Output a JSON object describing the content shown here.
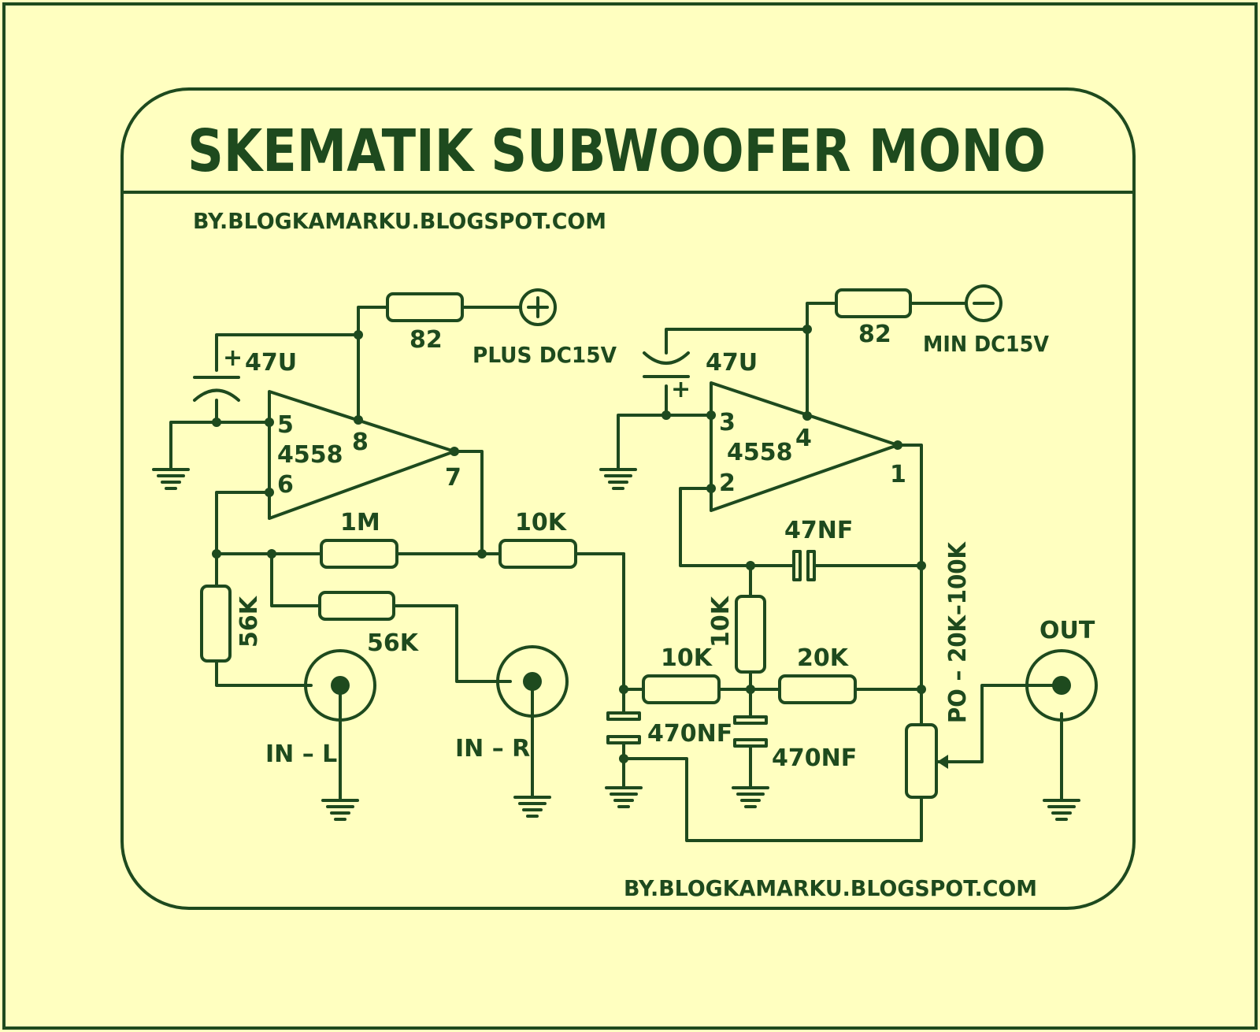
{
  "title": "SKEMATIK SUBWOOFER MONO",
  "credit_top": "BY.BLOGKAMARKU.BLOGSPOT.COM",
  "credit_bottom": "BY.BLOGKAMARKU.BLOGSPOT.COM",
  "colors": {
    "background": "#ffffc0",
    "ink": "#1e4a1e"
  },
  "power": {
    "plus_label": "PLUS DC15V",
    "min_label": "MIN DC15V",
    "r_plus": "82",
    "r_min": "82",
    "c_plus": "47U",
    "c_min": "47U",
    "plus_symbol": "+",
    "minus_symbol": "−"
  },
  "opamp1": {
    "name": "4558",
    "pin_5": "5",
    "pin_6": "6",
    "pin_7": "7",
    "pin_8": "8"
  },
  "opamp2": {
    "name": "4558",
    "pin_3": "3",
    "pin_2": "2",
    "pin_1": "1",
    "pin_4": "4"
  },
  "components": {
    "r_feedback": "1M",
    "r_56k_left": "56K",
    "r_56k_right": "56K",
    "r_10k_out": "10K",
    "r_10k_filter": "10K",
    "r_10k_vertical": "10K",
    "r_20k": "20K",
    "c_47nf": "47NF",
    "c_470nf_1": "470NF",
    "c_470nf_2": "470NF",
    "pot": "PO – 20K–100K"
  },
  "io": {
    "in_l": "IN – L",
    "in_r": "IN – R",
    "out": "OUT"
  }
}
